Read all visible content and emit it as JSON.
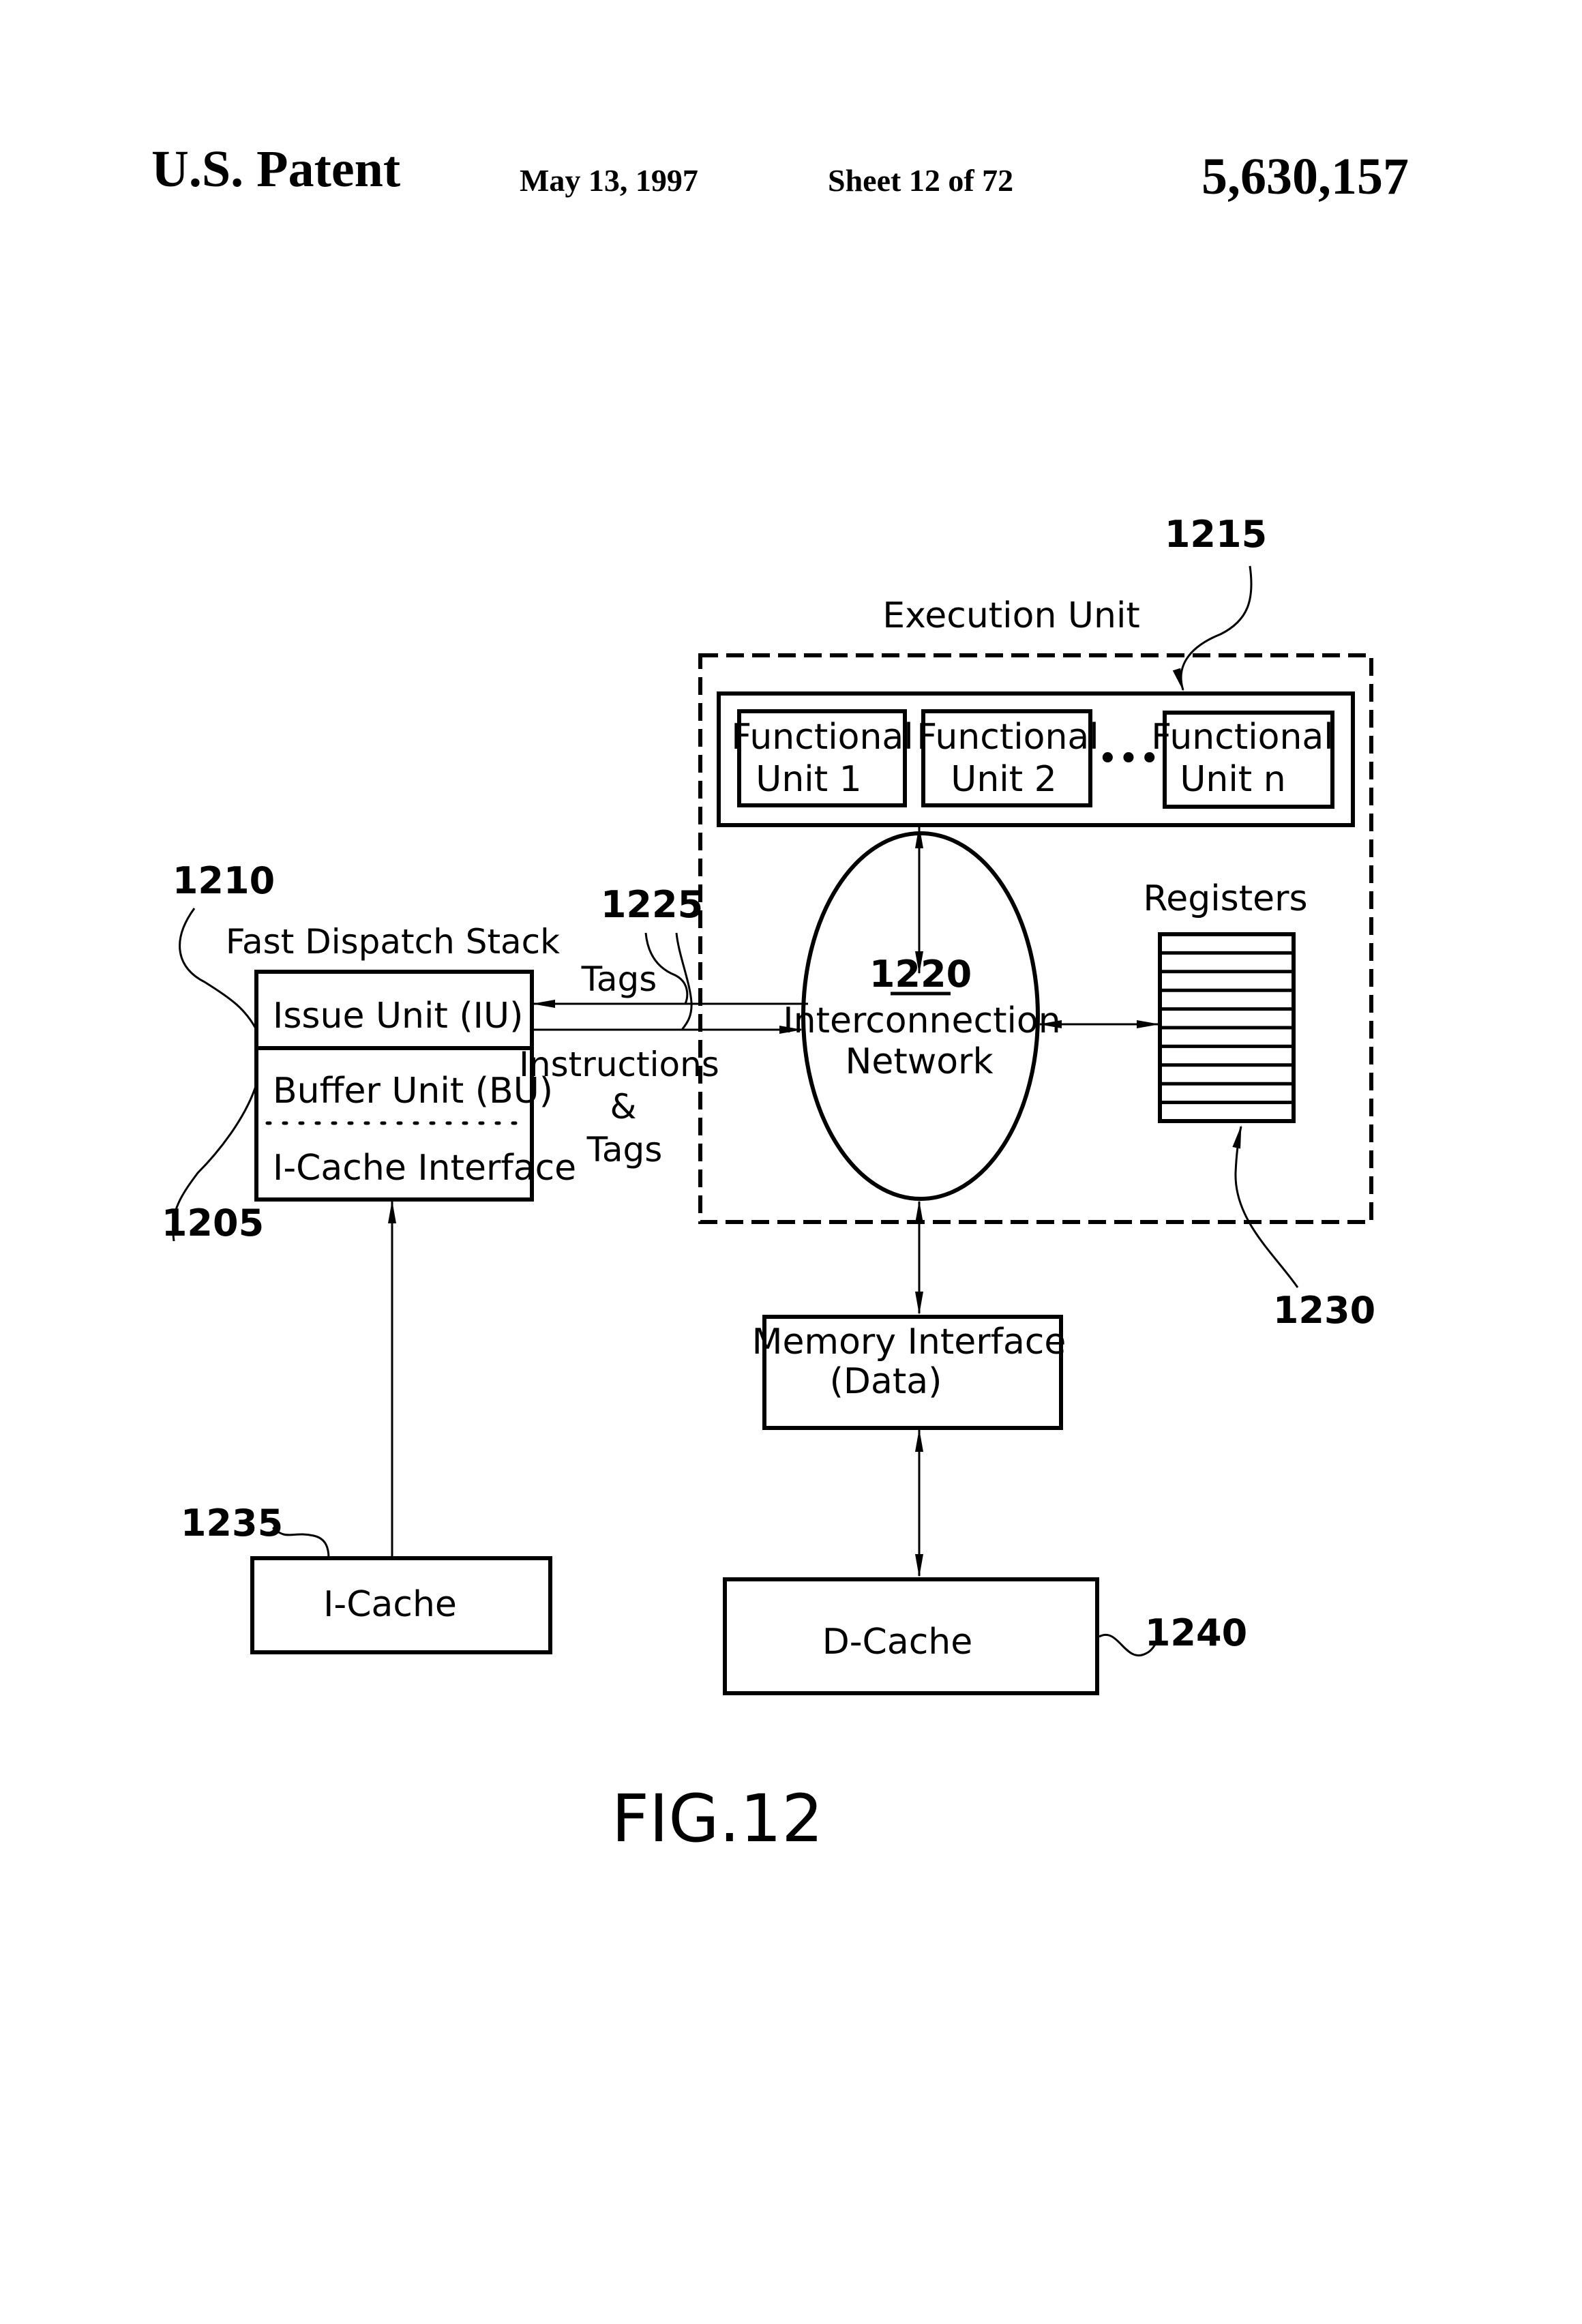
{
  "header": {
    "left": "U.S. Patent",
    "date": "May 13, 1997",
    "sheet": "Sheet 12 of 72",
    "patent_number": "5,630,157"
  },
  "diagram": {
    "execution_unit": {
      "title": "Execution Unit",
      "ref": "1215"
    },
    "functional_units": [
      {
        "line1": "Functional",
        "line2": "Unit 1"
      },
      {
        "line1": "Functional",
        "line2": "Unit 2"
      },
      {
        "line1": "Functional",
        "line2": "Unit n"
      }
    ],
    "ellipsis": "•••",
    "interconnection": {
      "ref": "1220",
      "line1": "Interconnection",
      "line2": "Network"
    },
    "registers": {
      "title": "Registers",
      "ref": "1230",
      "row_count": 10
    },
    "fast_dispatch_stack": {
      "title": "Fast Dispatch Stack",
      "ref": "1210",
      "issue_unit": "Issue Unit (IU)",
      "buffer_unit": "Buffer Unit (BU)",
      "icache_interface": "I-Cache Interface",
      "buffer_ref": "1205"
    },
    "bus": {
      "ref": "1225",
      "tags": "Tags",
      "instructions": "Instructions",
      "amp": "&",
      "tags2": "Tags"
    },
    "memory_interface": {
      "line1": "Memory Interface",
      "line2": "(Data)"
    },
    "icache": {
      "label": "I-Cache",
      "ref": "1235"
    },
    "dcache": {
      "label": "D-Cache",
      "ref": "1240"
    },
    "figure_label": "FIG.12"
  }
}
